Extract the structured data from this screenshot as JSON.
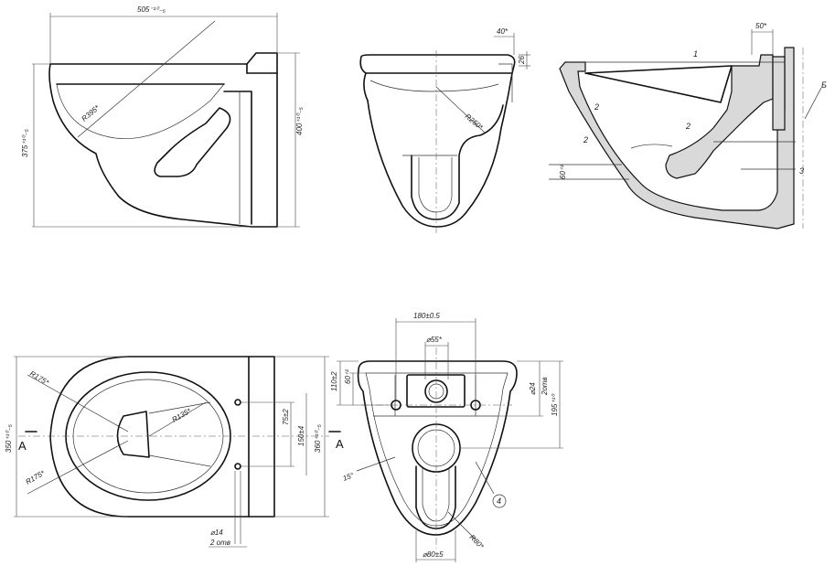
{
  "side_view": {
    "dim_length": "505⁻¹⁰₋₅",
    "dim_height_left": "375⁺¹⁰₋₅",
    "dim_height_right": "400⁺¹⁰₋₅",
    "radius": "R395*"
  },
  "front_view": {
    "dim_width_top": "40*",
    "dim_height_top": "26",
    "radius": "R250*"
  },
  "section_view": {
    "dim_top": "50*",
    "dim_left": "60⁺²",
    "callout_1": "1",
    "callout_2a": "2",
    "callout_2b": "2",
    "callout_2c": "2",
    "callout_3": "3",
    "callout_b": "Б"
  },
  "plan_view": {
    "radius_top": "R175*",
    "radius_bottom": "R175*",
    "radius_inner": "R135*",
    "dim_width_left": "350⁺¹⁰₋₅",
    "dim_width_right": "360⁺¹⁰₋₅",
    "dim_holes_1": "75±2",
    "dim_holes_2": "150±4",
    "dim_hole_dia": "⌀14",
    "dim_hole_count": "2 отв",
    "section_marker_left": "A",
    "section_marker_right": "A"
  },
  "rear_view": {
    "dim_top_spacing": "180±0.5",
    "dim_center_dia": "⌀55*",
    "dim_left_1": "60⁺²",
    "dim_left_2": "110±2",
    "dim_right_1": "⌀24",
    "dim_right_2": "2отв",
    "dim_right_3": "195⁺¹⁰",
    "dim_angle": "15°",
    "dim_bottom_dia": "⌀80±5",
    "dim_outlet": "R80*",
    "callout_4": "4"
  }
}
